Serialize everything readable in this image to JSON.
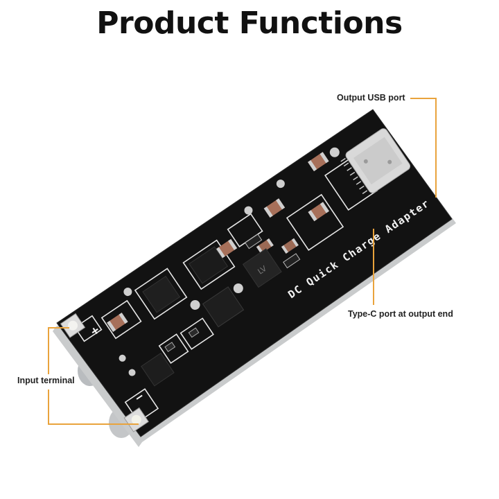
{
  "title": "Product Functions",
  "callouts": {
    "output_usb": "Output USB port",
    "type_c": "Type-C port at output end",
    "input_terminal": "Input terminal"
  },
  "board": {
    "silkscreen_text": "DC Quick Charge Adapter",
    "plus_label": "+",
    "minus_label": "—",
    "chip_marking": "LV",
    "pcb_color": "#111111",
    "callout_color": "#e9a33c"
  }
}
